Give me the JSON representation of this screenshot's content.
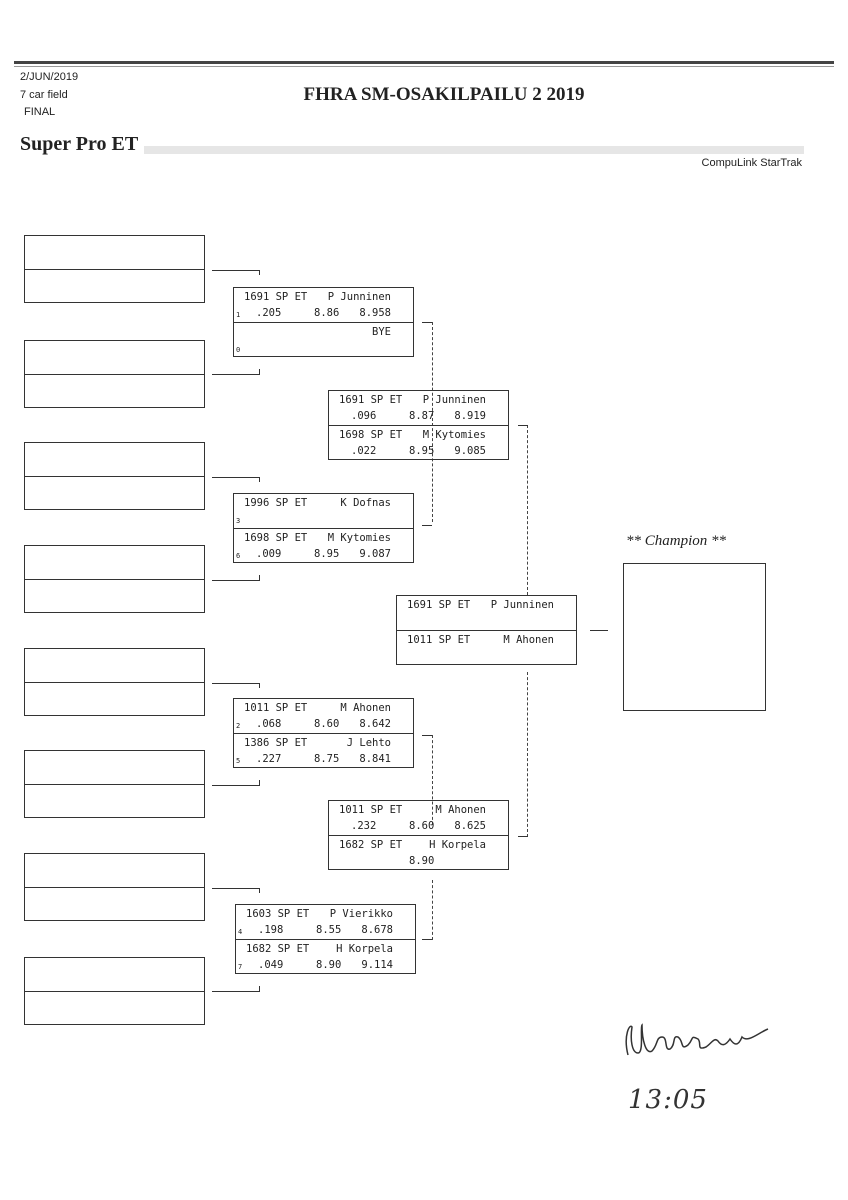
{
  "header": {
    "date": "2/JUN/2019",
    "field": "7 car field",
    "round": "FINAL",
    "title": "FHRA SM-OSAKILPAILU 2 2019",
    "event": "Super Pro ET",
    "software": "CompuLink StarTrak"
  },
  "matches": [
    {
      "top": {
        "car": "1691 SP ET",
        "name": "P Junninen",
        "seed": "1",
        "rt": ".205",
        "et": "8.86",
        "speed": "8.958"
      },
      "bottom": {
        "car": "",
        "name": "BYE",
        "seed": "0",
        "rt": "",
        "et": "",
        "speed": ""
      }
    },
    {
      "top": {
        "car": "1996 SP ET",
        "name": "K Dofnas",
        "seed": "3",
        "rt": "",
        "et": "",
        "speed": ""
      },
      "bottom": {
        "car": "1698 SP ET",
        "name": "M Kytomies",
        "seed": "6",
        "rt": ".009",
        "et": "8.95",
        "speed": "9.087"
      }
    },
    {
      "top": {
        "car": "1011 SP ET",
        "name": "M Ahonen",
        "seed": "2",
        "rt": ".068",
        "et": "8.60",
        "speed": "8.642"
      },
      "bottom": {
        "car": "1386 SP ET",
        "name": "J Lehto",
        "seed": "5",
        "rt": ".227",
        "et": "8.75",
        "speed": "8.841"
      }
    },
    {
      "top": {
        "car": "1603 SP ET",
        "name": "P Vierikko",
        "seed": "4",
        "rt": ".198",
        "et": "8.55",
        "speed": "8.678"
      },
      "bottom": {
        "car": "1682 SP ET",
        "name": "H Korpela",
        "seed": "7",
        "rt": ".049",
        "et": "8.90",
        "speed": "9.114"
      }
    },
    {
      "top": {
        "car": "1691 SP ET",
        "name": "P Junninen",
        "seed": "",
        "rt": ".096",
        "et": "8.87",
        "speed": "8.919"
      },
      "bottom": {
        "car": "1698 SP ET",
        "name": "M Kytomies",
        "seed": "",
        "rt": ".022",
        "et": "8.95",
        "speed": "9.085"
      }
    },
    {
      "top": {
        "car": "1011 SP ET",
        "name": "M Ahonen",
        "seed": "",
        "rt": ".232",
        "et": "8.60",
        "speed": "8.625"
      },
      "bottom": {
        "car": "1682 SP ET",
        "name": "H Korpela",
        "seed": "",
        "rt": "",
        "et": "8.90",
        "speed": ""
      }
    },
    {
      "top": {
        "car": "1691 SP ET",
        "name": "P Junninen",
        "seed": "",
        "rt": "",
        "et": "",
        "speed": ""
      },
      "bottom": {
        "car": "1011 SP ET",
        "name": "M Ahonen",
        "seed": "",
        "rt": "",
        "et": "",
        "speed": ""
      }
    }
  ],
  "champion": {
    "label": "** Champion **",
    "name": ""
  },
  "handwritten": {
    "time": "13:05"
  }
}
